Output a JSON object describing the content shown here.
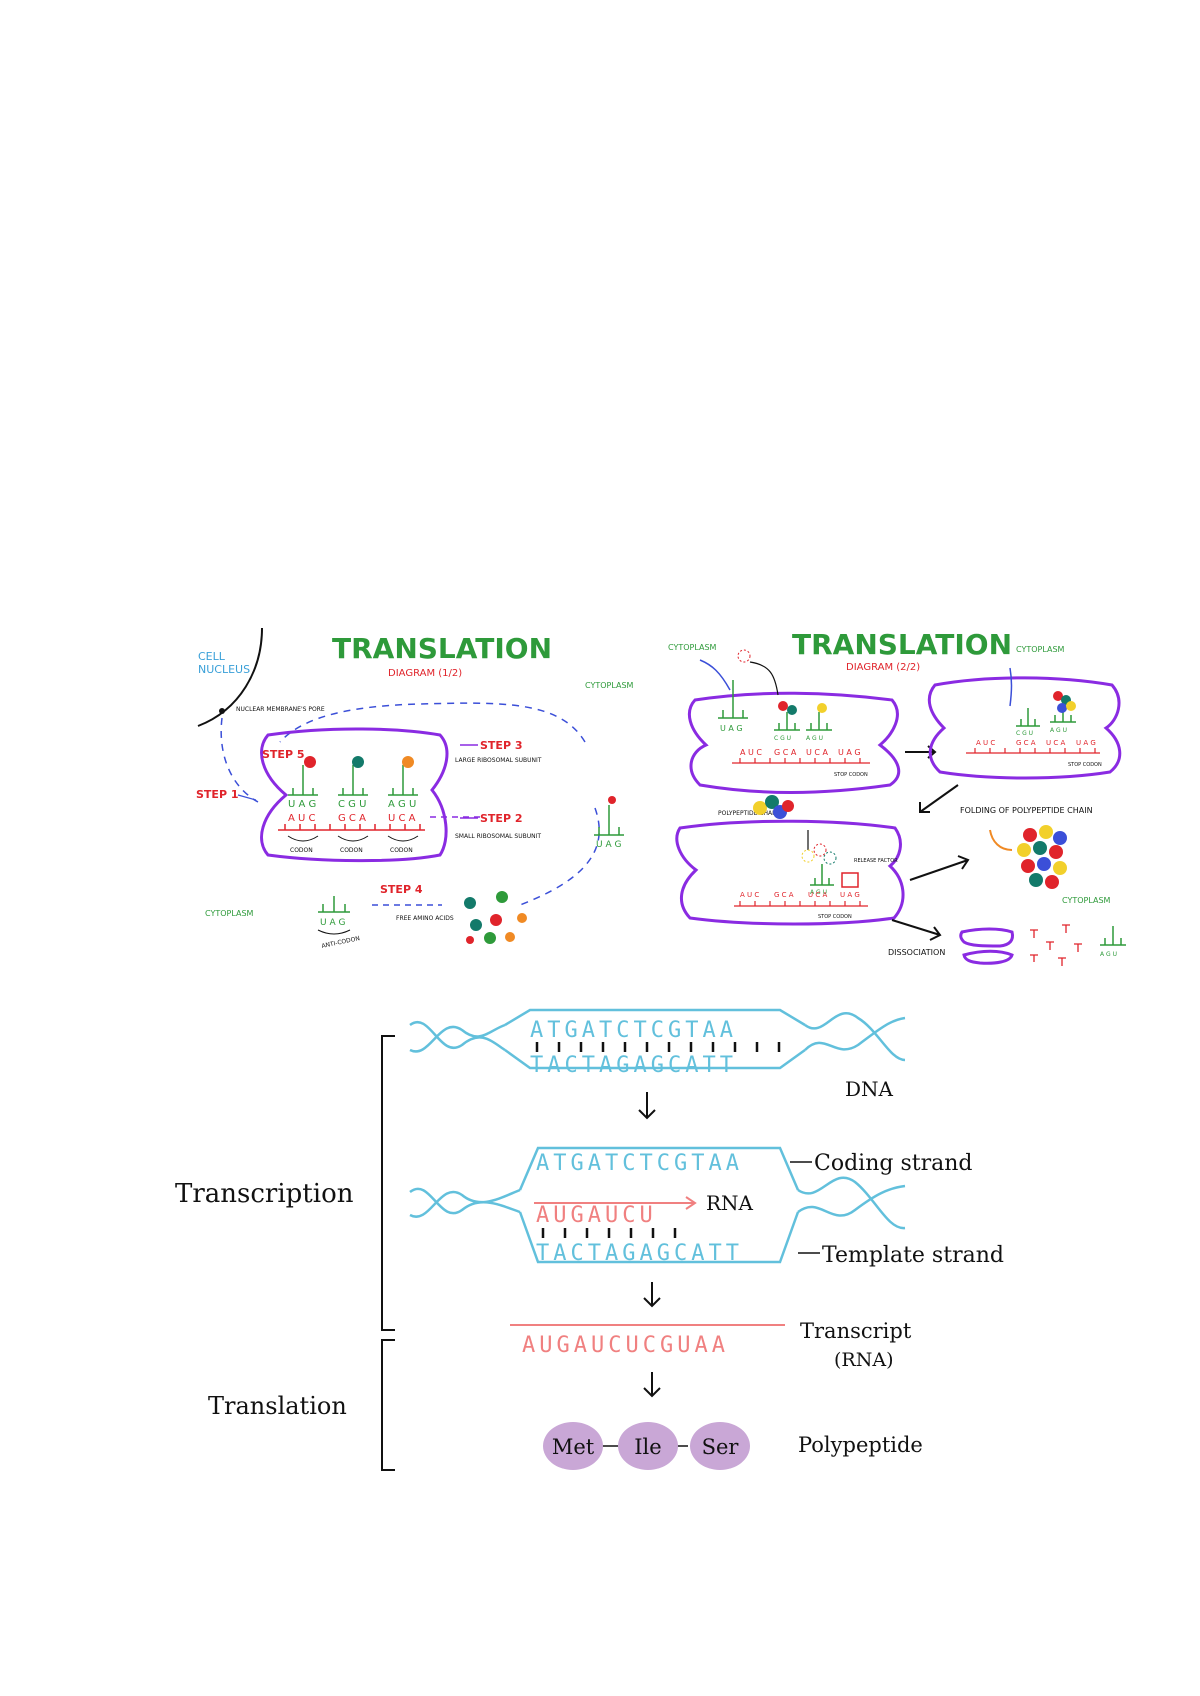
{
  "colors": {
    "green": "#2e9a3a",
    "red": "#e0242b",
    "purple": "#8a2be2",
    "blue": "#3b4fd8",
    "cyan": "#62c0dc",
    "salmon": "#f08080",
    "lilac": "#c9a7d6",
    "black": "#111111"
  },
  "diagram1": {
    "title": "TRANSLATION",
    "subtitle": "DIAGRAM (1/2)",
    "cell_nucleus": [
      "CELL",
      "NUCLEUS"
    ],
    "nuclear_pore": "NUCLEAR MEMBRANE'S PORE",
    "cytoplasm_top": "CYTOPLASM",
    "cytoplasm_bottom": "CYTOPLASM",
    "step1": "STEP 1",
    "step2": "STEP 2",
    "step3": "STEP 3",
    "step4": "STEP 4",
    "step5": "STEP 5",
    "large_subunit": "LARGE RIBOSOMAL SUBUNIT",
    "small_subunit": "SMALL RIBOSOMAL SUBUNIT",
    "free_amino_acids": "FREE AMINO ACIDS",
    "anti_codon": "ANTI-CODON",
    "trna_anticodons": [
      "U A G",
      "C G U",
      "A G U"
    ],
    "mrna_codons": [
      "A U C",
      "G C A",
      "U C A"
    ],
    "codon_labels": [
      "CODON",
      "CODON",
      "CODON"
    ],
    "free_trna_left": "U A G",
    "free_trna_right": "U A G"
  },
  "diagram2": {
    "title": "TRANSLATION",
    "subtitle": "DIAGRAM (2/2)",
    "cytoplasm_1": "CYTOPLASM",
    "cytoplasm_2": "CYTOPLASM",
    "cytoplasm_3": "CYTOPLASM",
    "panel1_trna": [
      "U A G",
      "C G U",
      "A G U"
    ],
    "panel1_mrna": [
      "A U C",
      "G C A",
      "U C A",
      "U A G"
    ],
    "panel2_trna": [
      "C G U",
      "A G U"
    ],
    "panel2_mrna": [
      "A U C",
      "G C A",
      "U C A",
      "U A G"
    ],
    "panel3_trna": "A G U",
    "panel3_mrna": [
      "A U C",
      "G C A",
      "U C A",
      "U A G"
    ],
    "stop_codon_1": "STOP CODON",
    "stop_codon_2": "STOP CODON",
    "stop_codon_3": "STOP CODON",
    "polypeptide_chain": "POLYPEPTIDE CHAIN",
    "release_factor": "RELEASE FACTOR",
    "folding": "FOLDING OF POLYPEPTIDE CHAIN",
    "dissociation": "DISSOCIATION",
    "trna_right": "A G U"
  },
  "diagram3": {
    "dna_top_coding": "ATGATCTCGTAA",
    "dna_top_template": "TACTAGAGCATT",
    "dna_label": "DNA",
    "coding_strand_seq": "ATGATCTCGTAA",
    "coding_strand_label": "Coding strand",
    "rna_partial": "AUGAUCU",
    "rna_label": "RNA",
    "template_strand_seq": "TACTAGAGCATT",
    "template_strand_label": "Template strand",
    "transcript_seq": "AUGAUCUCGUAA",
    "transcript_label_1": "Transcript",
    "transcript_label_2": "(RNA)",
    "transcription_label": "Transcription",
    "translation_label": "Translation",
    "aa1": "Met",
    "aa2": "Ile",
    "aa3": "Ser",
    "polypeptide_label": "Polypeptide"
  }
}
